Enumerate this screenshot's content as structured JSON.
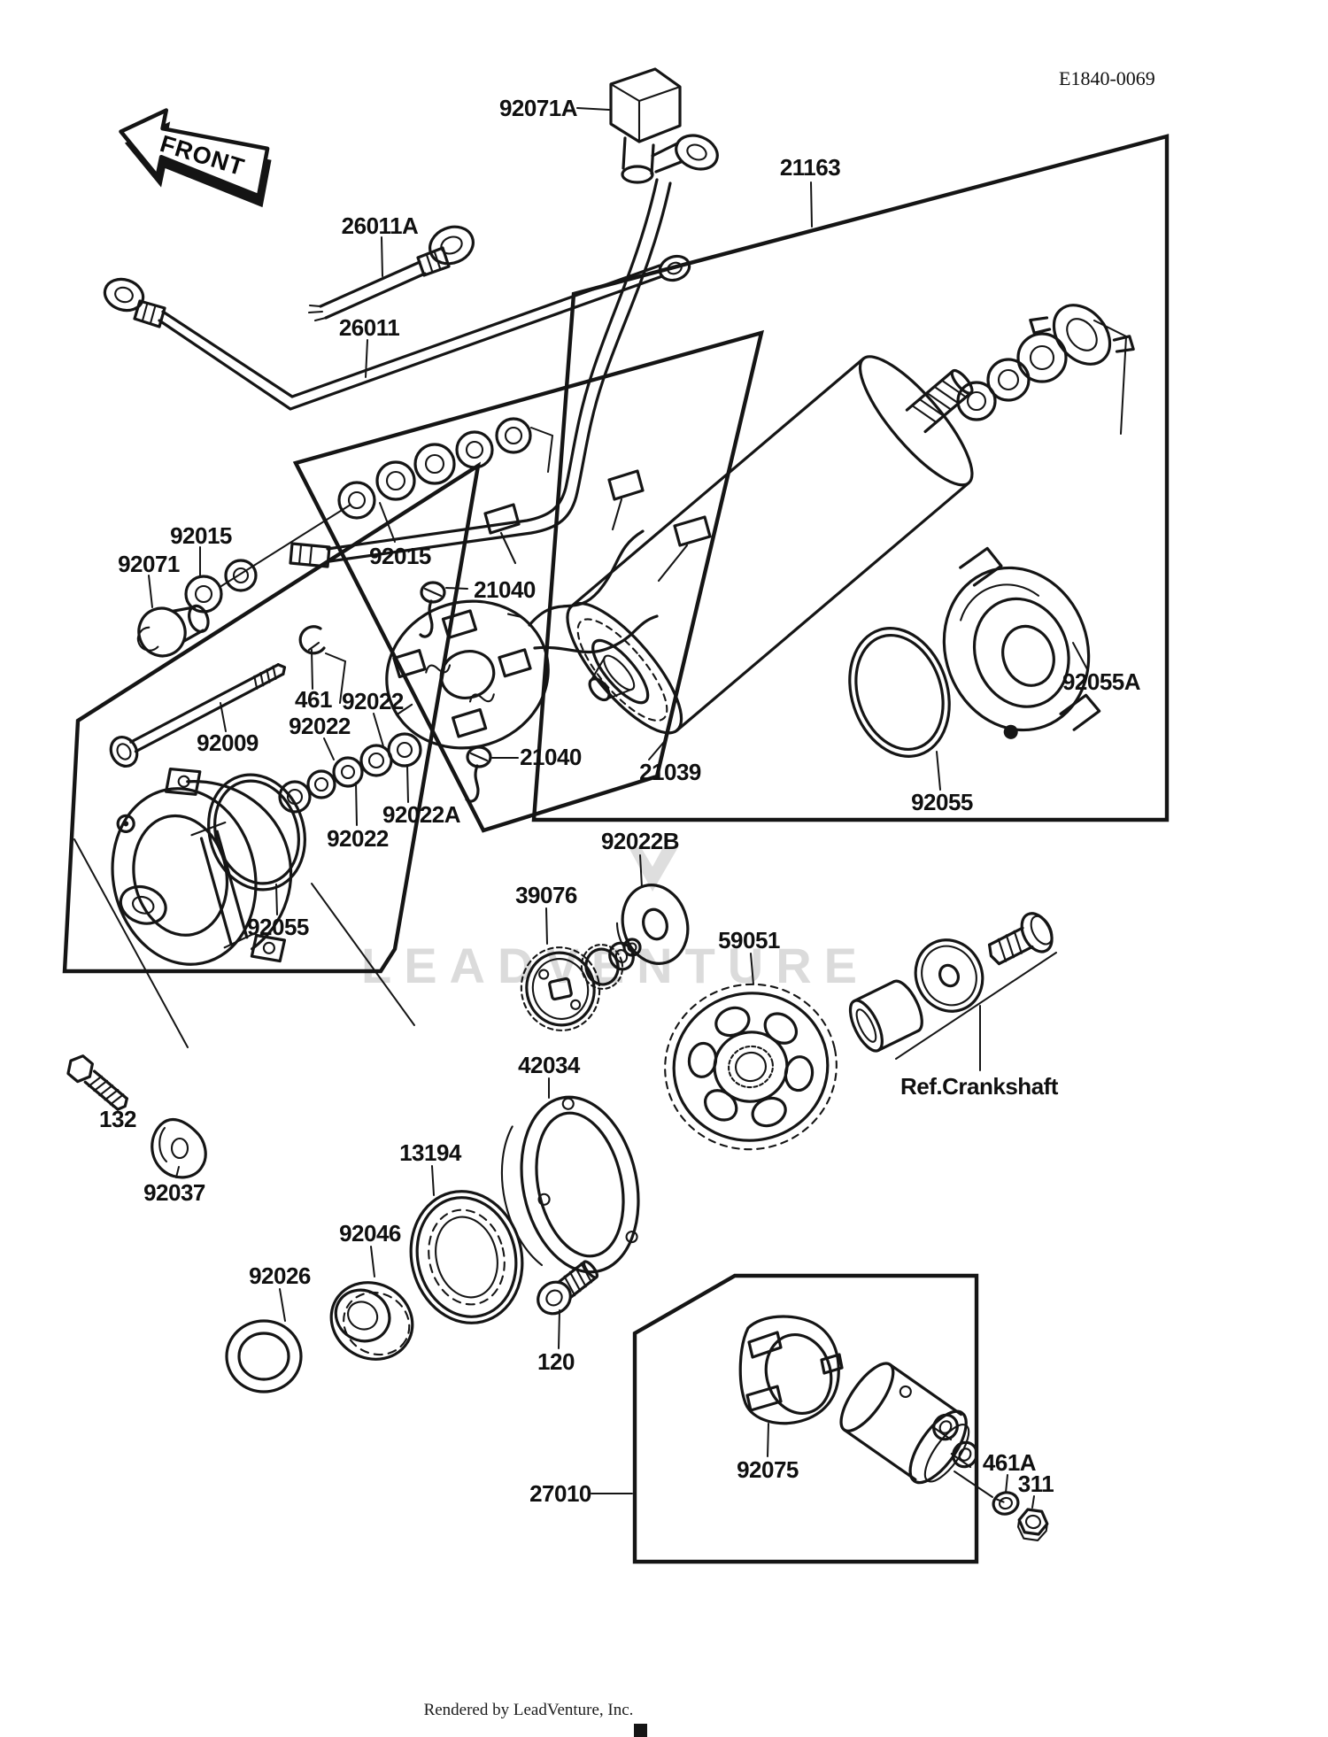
{
  "page": {
    "drawing_code": "E1840-0069",
    "front_badge": "FRONT",
    "watermark": "LEADVENTURE",
    "caption": "Rendered by LeadVenture, Inc."
  },
  "labels": {
    "p92071a": {
      "text": "92071A"
    },
    "p26011a": {
      "text": "26011A"
    },
    "p26011": {
      "text": "26011"
    },
    "p21163": {
      "text": "21163"
    },
    "p92015_left": {
      "text": "92015"
    },
    "p92071": {
      "text": "92071"
    },
    "p92015_mid": {
      "text": "92015"
    },
    "p21040_upper": {
      "text": "21040"
    },
    "p461": {
      "text": "461"
    },
    "p92022_u1": {
      "text": "92022"
    },
    "p92022_u2": {
      "text": "92022"
    },
    "p92009": {
      "text": "92009"
    },
    "p21040_lower": {
      "text": "21040"
    },
    "p21039": {
      "text": "21039"
    },
    "p92055a": {
      "text": "92055A"
    },
    "p92055_right": {
      "text": "92055"
    },
    "p92022a": {
      "text": "92022A"
    },
    "p92022_l3": {
      "text": "92022"
    },
    "p92055_left": {
      "text": "92055"
    },
    "p92022b": {
      "text": "92022B"
    },
    "p39076": {
      "text": "39076"
    },
    "p59051": {
      "text": "59051"
    },
    "p42034": {
      "text": "42034"
    },
    "ref_crankshaft": {
      "text": "Ref.Crankshaft"
    },
    "p132": {
      "text": "132"
    },
    "p92037": {
      "text": "92037"
    },
    "p13194": {
      "text": "13194"
    },
    "p92046": {
      "text": "92046"
    },
    "p92026": {
      "text": "92026"
    },
    "p120": {
      "text": "120"
    },
    "p27010": {
      "text": "27010"
    },
    "p92075": {
      "text": "92075"
    },
    "p461a": {
      "text": "461A"
    },
    "p311": {
      "text": "311"
    }
  }
}
